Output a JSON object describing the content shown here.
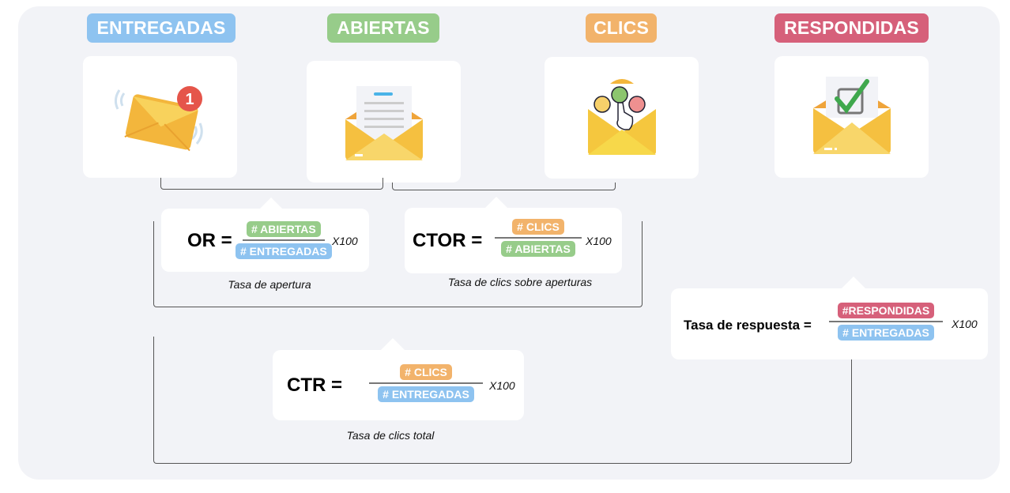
{
  "colors": {
    "entregadas": "#8ec3f0",
    "abiertas": "#97cc8a",
    "clics": "#f2b36b",
    "respondidas": "#d6607a"
  },
  "stages": [
    {
      "label": "ENTREGADAS",
      "icon": "envelope-notification-icon",
      "badge": "1"
    },
    {
      "label": "ABIERTAS",
      "icon": "open-envelope-letter-icon"
    },
    {
      "label": "CLICS",
      "icon": "envelope-click-emoji-icon"
    },
    {
      "label": "RESPONDIDAS",
      "icon": "envelope-checkmark-icon"
    }
  ],
  "formulas": {
    "or": {
      "label": "OR =",
      "numerator": "# ABIERTAS",
      "denominator": "# ENTREGADAS",
      "multiplier": "X100",
      "caption": "Tasa de apertura"
    },
    "ctor": {
      "label": "CTOR =",
      "numerator": "# CLICS",
      "denominator": "# ABIERTAS",
      "multiplier": "X100",
      "caption": "Tasa de clics sobre aperturas"
    },
    "ctr": {
      "label": "CTR =",
      "numerator": "# CLICS",
      "denominator": "# ENTREGADAS",
      "multiplier": "X100",
      "caption": "Tasa de clics total"
    },
    "response": {
      "label": "Tasa de respuesta =",
      "numerator": "#RESPONDIDAS",
      "denominator": "# ENTREGADAS",
      "multiplier": "X100"
    }
  }
}
